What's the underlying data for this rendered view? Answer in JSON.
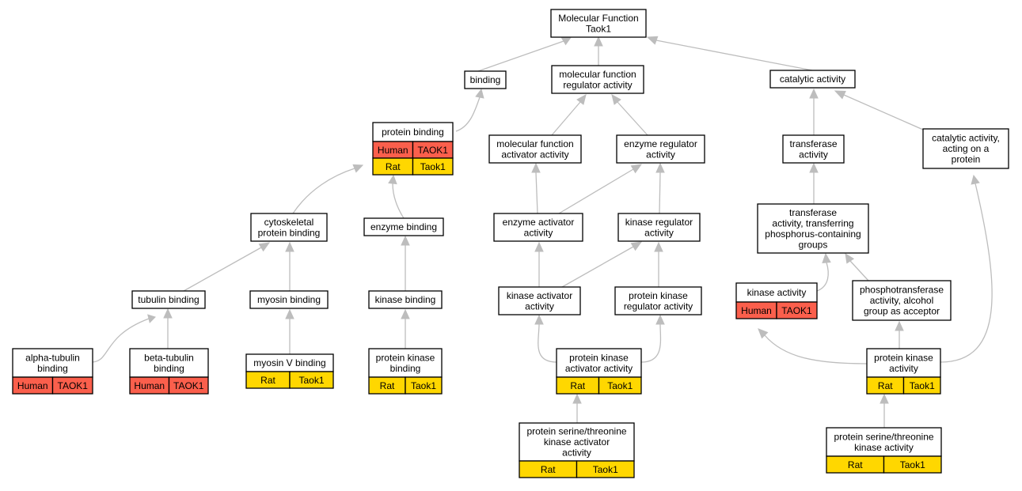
{
  "colors": {
    "human": "#fb5f4c",
    "rat": "#ffd700",
    "edge": "#bdbdbd"
  },
  "nodes": [
    {
      "id": "mf",
      "lines": [
        "Molecular Function",
        "Taok1"
      ]
    },
    {
      "id": "binding",
      "lines": [
        "binding"
      ]
    },
    {
      "id": "mfra",
      "lines": [
        "molecular function",
        "regulator activity"
      ]
    },
    {
      "id": "cat",
      "lines": [
        "catalytic activity"
      ]
    },
    {
      "id": "pb",
      "lines": [
        "protein binding"
      ],
      "rows": [
        [
          "Human",
          "TAOK1"
        ],
        [
          "Rat",
          "Taok1"
        ]
      ]
    },
    {
      "id": "mfaa",
      "lines": [
        "molecular function",
        "activator activity"
      ]
    },
    {
      "id": "era",
      "lines": [
        "enzyme regulator",
        "activity"
      ]
    },
    {
      "id": "trans",
      "lines": [
        "transferase",
        "activity"
      ]
    },
    {
      "id": "catp",
      "lines": [
        "catalytic activity,",
        "acting on a",
        "protein"
      ]
    },
    {
      "id": "cpb",
      "lines": [
        "cytoskeletal",
        "protein binding"
      ]
    },
    {
      "id": "eb",
      "lines": [
        "enzyme binding"
      ]
    },
    {
      "id": "eaa",
      "lines": [
        "enzyme activator",
        "activity"
      ]
    },
    {
      "id": "kra",
      "lines": [
        "kinase regulator",
        "activity"
      ]
    },
    {
      "id": "tpcg",
      "lines": [
        "transferase",
        "activity, transferring",
        "phosphorus-containing",
        "groups"
      ]
    },
    {
      "id": "tb",
      "lines": [
        "tubulin binding"
      ]
    },
    {
      "id": "mb",
      "lines": [
        "myosin binding"
      ]
    },
    {
      "id": "kb",
      "lines": [
        "kinase binding"
      ]
    },
    {
      "id": "kaa",
      "lines": [
        "kinase activator",
        "activity"
      ]
    },
    {
      "id": "pkra",
      "lines": [
        "protein kinase",
        "regulator activity"
      ]
    },
    {
      "id": "ka",
      "lines": [
        "kinase activity"
      ],
      "rows": [
        [
          "Human",
          "TAOK1"
        ]
      ]
    },
    {
      "id": "ptaa",
      "lines": [
        "phosphotransferase",
        "activity, alcohol",
        "group as acceptor"
      ]
    },
    {
      "id": "atb",
      "lines": [
        "alpha-tubulin",
        "binding"
      ],
      "rows": [
        [
          "Human",
          "TAOK1"
        ]
      ]
    },
    {
      "id": "btb",
      "lines": [
        "beta-tubulin",
        "binding"
      ],
      "rows": [
        [
          "Human",
          "TAOK1"
        ]
      ]
    },
    {
      "id": "mvb",
      "lines": [
        "myosin V binding"
      ],
      "rows": [
        [
          "Rat",
          "Taok1"
        ]
      ]
    },
    {
      "id": "pkb",
      "lines": [
        "protein kinase",
        "binding"
      ],
      "rows": [
        [
          "Rat",
          "Taok1"
        ]
      ]
    },
    {
      "id": "pkaa",
      "lines": [
        "protein kinase",
        "activator activity"
      ],
      "rows": [
        [
          "Rat",
          "Taok1"
        ]
      ]
    },
    {
      "id": "pka",
      "lines": [
        "protein kinase",
        "activity"
      ],
      "rows": [
        [
          "Rat",
          "Taok1"
        ]
      ]
    },
    {
      "id": "pstkaa",
      "lines": [
        "protein serine/threonine",
        "kinase activator",
        "activity"
      ],
      "rows": [
        [
          "Rat",
          "Taok1"
        ]
      ]
    },
    {
      "id": "pstka",
      "lines": [
        "protein serine/threonine",
        "kinase activity"
      ],
      "rows": [
        [
          "Rat",
          "Taok1"
        ]
      ]
    }
  ]
}
